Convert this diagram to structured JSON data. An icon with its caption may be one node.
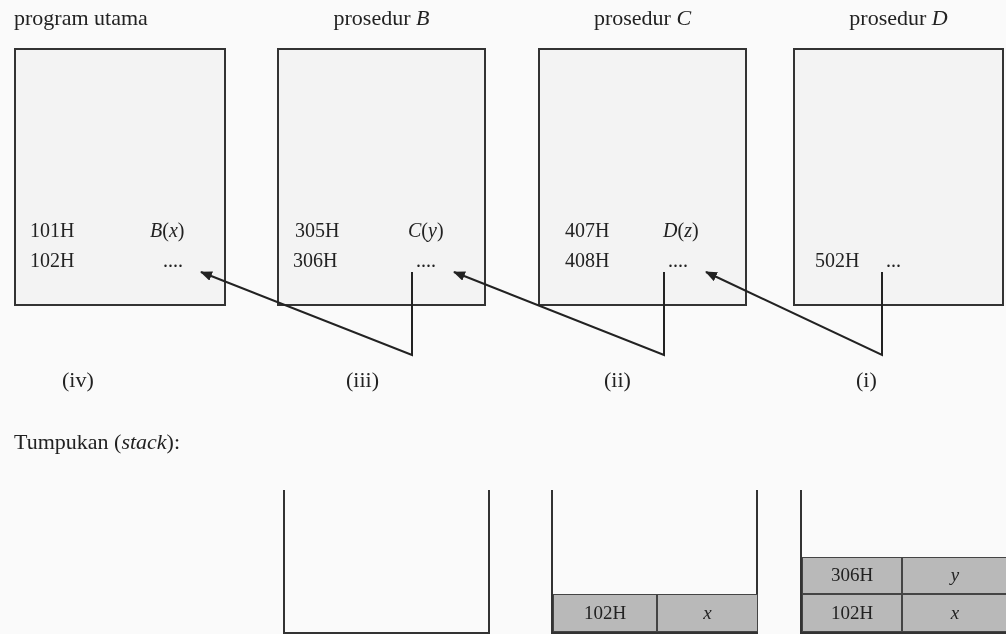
{
  "diagram": {
    "nodes": [
      {
        "text": [
          "program utama",
          "101H",
          "*B*(*x*)",
          "102H"
        ]
      },
      {
        "text": [
          "...."
        ],
        "in": 0
      },
      {
        "text": [
          "prosedur *B*",
          "305H",
          "*C*(*y*)",
          "306H"
        ]
      },
      {
        "text": [
          "...."
        ],
        "in": 2
      },
      {
        "text": [
          "prosedur *C*",
          "407H",
          "*D*(*z*)",
          "408H"
        ]
      },
      {
        "text": [
          "...."
        ],
        "in": 4
      },
      {
        "text": [
          "prosedur *D*",
          "502H"
        ]
      },
      {
        "text": [
          "..."
        ],
        "in": 6
      },
      {
        "text": [],
        "shape": "box"
      },
      {
        "text": [],
        "shape": "box"
      },
      {
        "text": [
          "102H"
        ],
        "in": 9
      },
      {
        "text": [
          "x"
        ],
        "in": 9
      },
      {
        "text": [],
        "shape": "box"
      },
      {
        "text": [
          "306H"
        ],
        "in": 12
      },
      {
        "text": [
          "y"
        ],
        "in": 12
      },
      {
        "text": [
          "102H"
        ],
        "in": 12
      },
      {
        "text": [
          "x"
        ],
        "in": 12
      }
    ],
    "edges": [
      {
        "from": 7,
        "to": 5,
        "arrow": "to"
      },
      {
        "from": 5,
        "to": 3,
        "arrow": "to"
      },
      {
        "from": 3,
        "to": 1,
        "arrow": "to"
      }
    ],
    "labels": [
      "(iv)",
      "(iii)",
      "(ii)",
      "(i)",
      "Tumpukan (*stack*):"
    ]
  }
}
